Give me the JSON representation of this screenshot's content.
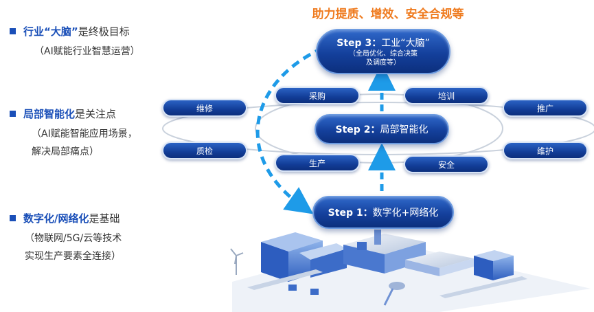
{
  "headline": "助力提质、增效、安全合规等",
  "bullets": [
    {
      "highlight": "行业“大脑”",
      "rest": "是终极目标",
      "sub": [
        "（AI赋能行业智慧运营）"
      ]
    },
    {
      "highlight": "局部智能化",
      "rest": "是关注点",
      "sub": [
        "（AI赋能智能应用场景，",
        "解决局部痛点）"
      ]
    },
    {
      "highlight": "数字化/网络化",
      "rest": "是基础",
      "sub": [
        "（物联网/5G/云等技术",
        "实现生产要素全连接）"
      ]
    }
  ],
  "steps": {
    "step3": {
      "prefix": "Step 3：",
      "title": "工业“大脑”",
      "sub1": "（全局优化、综合决策",
      "sub2": "及调度等）"
    },
    "step2": {
      "prefix": "Step 2：",
      "title": "局部智能化"
    },
    "step1": {
      "prefix": "Step 1：",
      "title": "数字化+网络化"
    }
  },
  "capsules": {
    "weixiu": "维修",
    "zhijian": "质检",
    "caigou": "采购",
    "shengchan": "生产",
    "peixun": "培训",
    "anquan": "安全",
    "tuiguang": "推广",
    "weihu": "维护"
  },
  "colors": {
    "brand_blue": "#1a4fb8",
    "headline_orange": "#ef7b1f",
    "arrow_blue": "#1e9be8"
  }
}
